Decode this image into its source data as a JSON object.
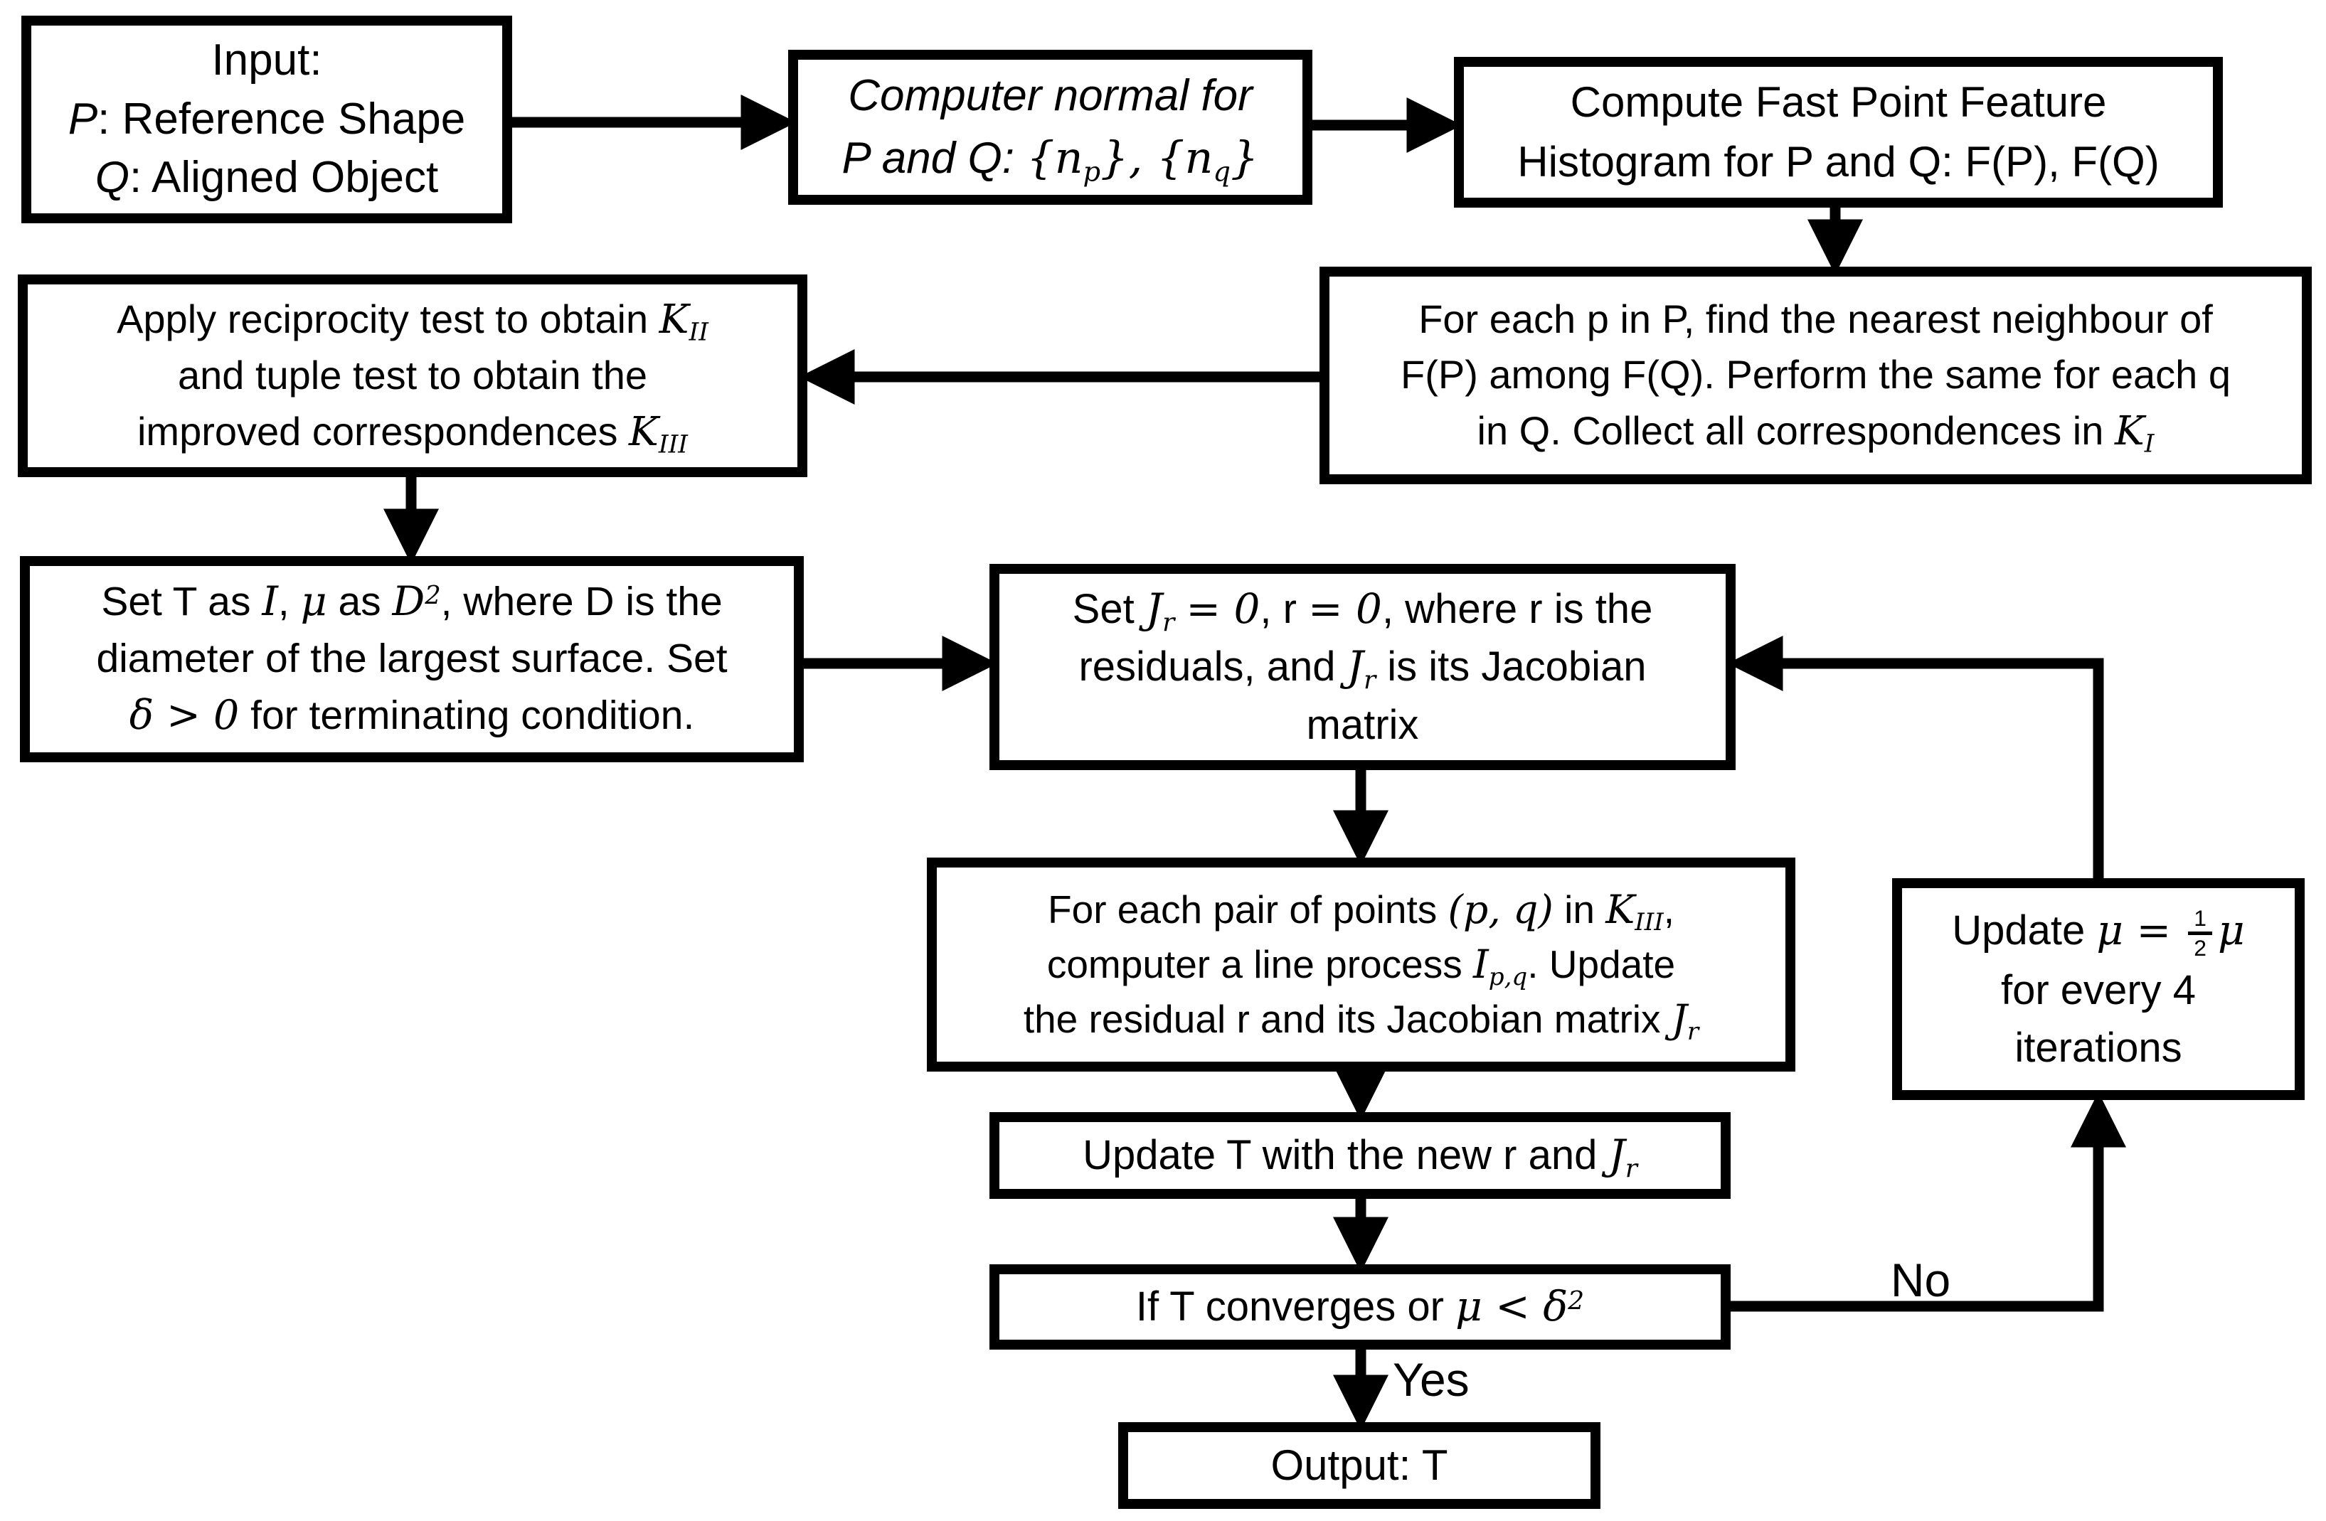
{
  "diagram": {
    "background_color": "#ffffff",
    "line_color": "#000000",
    "text_color": "#000000",
    "nodes": [
      {
        "id": "input",
        "text": "Input:\n*P*: Reference Shape\n*Q*: Aligned Object"
      },
      {
        "id": "compute-normal",
        "text": "Computer normal for\nP and Q: ${n_{p}}, {n_{q}}$"
      },
      {
        "id": "fpfh",
        "text": "Compute Fast Point Feature\nHistogram for P and Q: F(P), F(Q)"
      },
      {
        "id": "nearest-neighbour",
        "text": "For each p in P, find the nearest neighbour of\nF(P) among F(Q). Perform the same for each q\nin Q. Collect all correspondences in $K_{I}$"
      },
      {
        "id": "reciprocity",
        "text": "Apply reciprocity test to obtain $K_{II}$\nand tuple test to obtain the\nimproved correspondences $K_{III}$"
      },
      {
        "id": "init-t",
        "text": "Set T as $I$, $μ$ as $D^{2}$, where D is the\ndiameter of the largest surface. Set\n$δ > 0$  for terminating condition."
      },
      {
        "id": "init-jr",
        "text": "Set $J_{r}$ $= 0$, r $= 0$, where r is the\nresiduals, and $J_{r}$ is its Jacobian\nmatrix"
      },
      {
        "id": "line-process",
        "text": "For each pair of points $(p, q)$ in $K_{III}$,\ncomputer a line process $I_{p,q}$. Update\nthe residual r and its Jacobian matrix $J_{r}$"
      },
      {
        "id": "update-t",
        "text": "Update T with the new r and $J_{r}$"
      },
      {
        "id": "converge-check",
        "text": "If T converges or $μ  < δ^{2}$"
      },
      {
        "id": "output",
        "text": "Output: T"
      },
      {
        "id": "update-mu",
        "text": "Update $μ =$ [frac:1/2]$μ$\nfor every 4\niterations"
      }
    ],
    "edges": [
      {
        "from": "input",
        "to": "compute-normal",
        "label": ""
      },
      {
        "from": "compute-normal",
        "to": "fpfh",
        "label": ""
      },
      {
        "from": "fpfh",
        "to": "nearest-neighbour",
        "label": ""
      },
      {
        "from": "nearest-neighbour",
        "to": "reciprocity",
        "label": ""
      },
      {
        "from": "reciprocity",
        "to": "init-t",
        "label": ""
      },
      {
        "from": "init-t",
        "to": "init-jr",
        "label": ""
      },
      {
        "from": "init-jr",
        "to": "line-process",
        "label": ""
      },
      {
        "from": "line-process",
        "to": "update-t",
        "label": ""
      },
      {
        "from": "update-t",
        "to": "converge-check",
        "label": ""
      },
      {
        "from": "converge-check",
        "to": "output",
        "label": "Yes"
      },
      {
        "from": "converge-check",
        "to": "update-mu",
        "label": "No"
      },
      {
        "from": "update-mu",
        "to": "init-jr",
        "label": ""
      }
    ],
    "edge_labels": {
      "no": "No",
      "yes": "Yes"
    }
  }
}
